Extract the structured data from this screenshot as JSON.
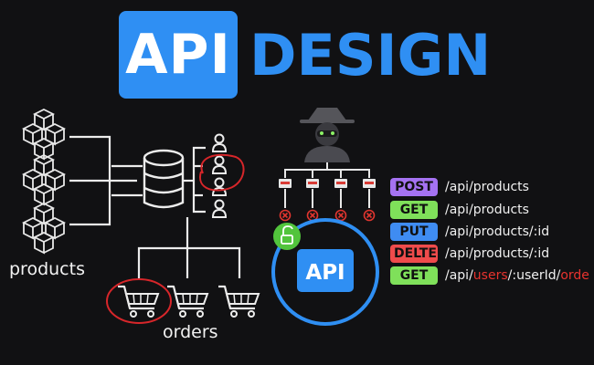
{
  "title": {
    "api": "API",
    "design": "DESIGN"
  },
  "labels": {
    "products": "products",
    "orders": "orders",
    "api_circle": "API"
  },
  "colors": {
    "blue": "#2f8ff3",
    "green": "#52c43c",
    "red_annotation": "#d7262a",
    "post": "#a572f2",
    "get": "#7fe05a",
    "put": "#3f8cf2",
    "delete": "#ef4b4b"
  },
  "icons": {
    "boxes": "box-stack-icon",
    "database": "database-icon",
    "users": "user-list-icon",
    "carts": "shopping-cart-icon",
    "spy": "hacker-icon",
    "server": "server-icon",
    "block": "blocked-icon",
    "unlock": "unlock-icon"
  },
  "routes": [
    {
      "method": "POST",
      "path_parts": [
        "/api/products"
      ]
    },
    {
      "method": "GET",
      "path_parts": [
        "/api/products"
      ]
    },
    {
      "method": "PUT",
      "path_parts": [
        "/api/products/:id"
      ]
    },
    {
      "method": "DELTE",
      "path_parts": [
        "/api/products/:id"
      ]
    },
    {
      "method": "GET",
      "path_parts": [
        "/api/",
        "users",
        "/:userId/",
        "orde"
      ]
    }
  ]
}
